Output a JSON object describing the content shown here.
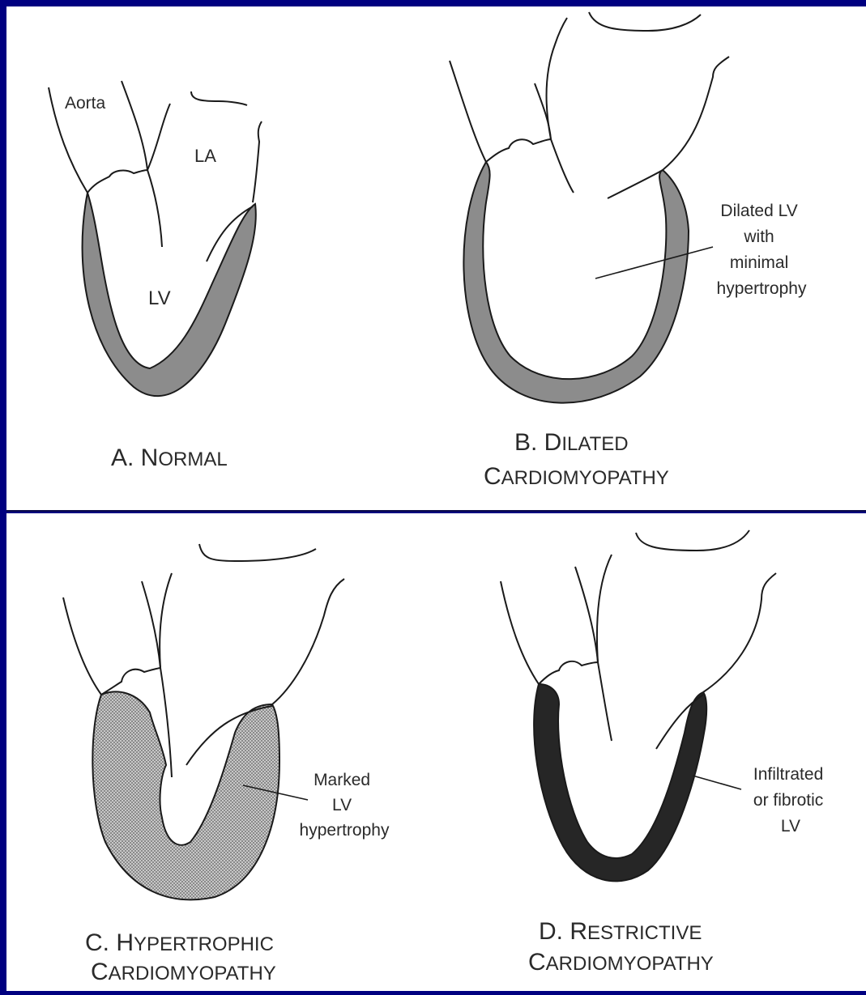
{
  "panels": {
    "a": {
      "labels": {
        "aorta": "Aorta",
        "la": "LA",
        "lv": "LV"
      },
      "caption": {
        "l1_big_a": "A. N",
        "l1_small_a": "ORMAL"
      }
    },
    "b": {
      "annotation": [
        "Dilated LV",
        "with",
        "minimal",
        "hypertrophy"
      ],
      "caption": {
        "l1_big": "B. D",
        "l1_small": "ILATED",
        "l2_big": "C",
        "l2_small": "ARDIOMYOPATHY"
      }
    },
    "c": {
      "annotation": [
        "Marked",
        "LV",
        "hypertrophy"
      ],
      "caption": {
        "l1_big": "C. H",
        "l1_small": "YPERTROPHIC",
        "l2_big": "C",
        "l2_small": "ARDIOMYOPATHY"
      }
    },
    "d": {
      "annotation": [
        "Infiltrated",
        "or fibrotic",
        "LV"
      ],
      "caption": {
        "l1_big": "D. R",
        "l1_small": "ESTRICTIVE",
        "l2_big": "C",
        "l2_small": "ARDIOMYOPATHY"
      }
    }
  },
  "colors": {
    "border": "#000080",
    "wall_normal": "#8c8c8c",
    "wall_hypertrophic": "#b3b3b3",
    "wall_restrictive": "#262626",
    "line": "#1a1a1a"
  }
}
